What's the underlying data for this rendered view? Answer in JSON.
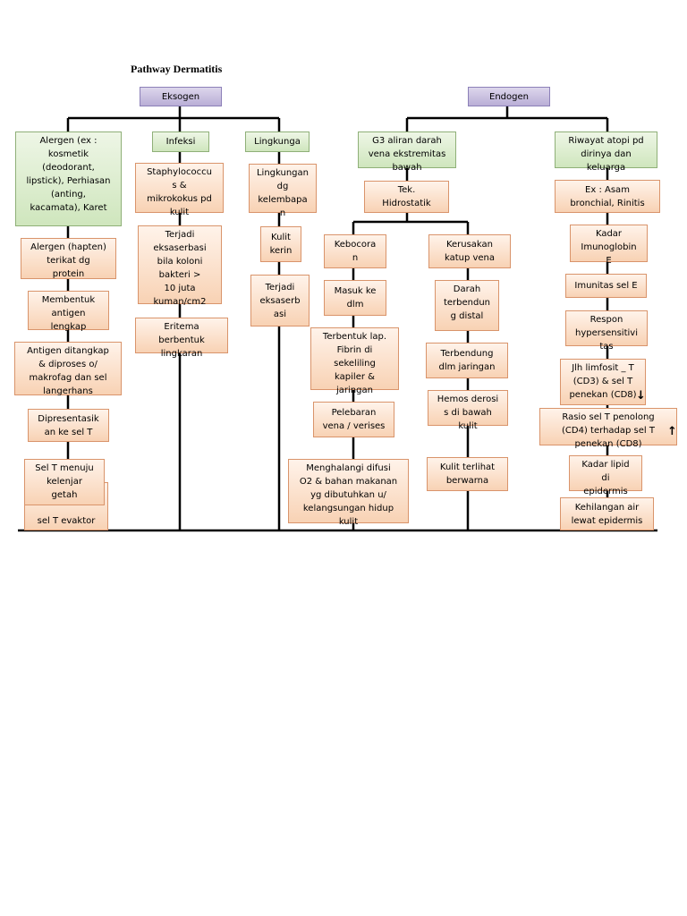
{
  "title": "Pathway Dermatitis",
  "exogen": {
    "root": "Eksogen",
    "col1": {
      "head": "Alergen (ex :\nkosmetik\n(deodorant,\nlipstick), Perhiasan\n(anting,\nkacamata), Karet",
      "steps": [
        "Alergen (hapten)\nterikat dg\nprotein",
        "Membentuk\nantigen\nlengkap",
        "Antigen ditangkap\n& diproses o/\nmakrofag dan sel\nlangerhans",
        "Dipresentasik\nan ke sel T",
        "Sel T menuju\nkelenjar\ngetah",
        "sel  T evaktor"
      ]
    },
    "col2": {
      "head": "Infeksi",
      "steps": [
        "Staphylococcu\ns &\nmikrokokus pd\nkulit",
        "Terjadi\neksaserbasi\nbila koloni\nbakteri        >\n10 juta\nkuman/cm2",
        "Eritema\nberbentuk\nlingkaran"
      ]
    },
    "col3": {
      "head": "Lingkunga",
      "steps": [
        "Lingkungan\ndg\nkelembapa\nn",
        "Kulit\nkerin",
        "Terjadi\neksaserb\nasi"
      ]
    }
  },
  "endogen": {
    "root": "Endogen",
    "col4": {
      "head": "G3 aliran darah\nvena ekstremitas\nbawah",
      "step": "Tek.\nHidrostatik",
      "left": [
        "Kebocora\nn",
        "Masuk ke\ndlm",
        "Terbentuk lap.\nFibrin di\nsekeliling\nkapiler &\njaringan",
        "Pelebaran\nvena / verises",
        "Menghalangi difusi\nO2 & bahan makanan\nyg dibutuhkan u/\nkelangsungan hidup\nkulit"
      ],
      "right": [
        "Kerusakan\nkatup vena",
        "Darah\nterbendun\ng distal",
        "Terbendung\ndlm jaringan",
        "Hemos derosi\ns di bawah\nkulit",
        "Kulit terlihat\nberwarna"
      ]
    },
    "col5": {
      "head": "Riwayat atopi pd\ndirinya dan\nkeluarga",
      "steps": [
        "Ex : Asam\nbronchial, Rinitis",
        "Kadar\nImunoglobin\nE",
        "Imunitas sel E",
        "Respon\nhypersensitivi\ntas",
        "Jlh limfosit _ T\n(CD3) & sel T\npenekan (CD8)",
        "Rasio sel T penolong\n(CD4) terhadap sel T\npenekan (CD8)",
        "Kadar lipid\ndi\nepidermis",
        "Kehilangan air\nlewat epidermis"
      ],
      "arrow_down": "↓",
      "arrow_up": "↑"
    }
  },
  "colors": {
    "root": "#b9aed6",
    "head": "#cfe6bd",
    "step": "#f8d2b4",
    "line": "#000000"
  }
}
